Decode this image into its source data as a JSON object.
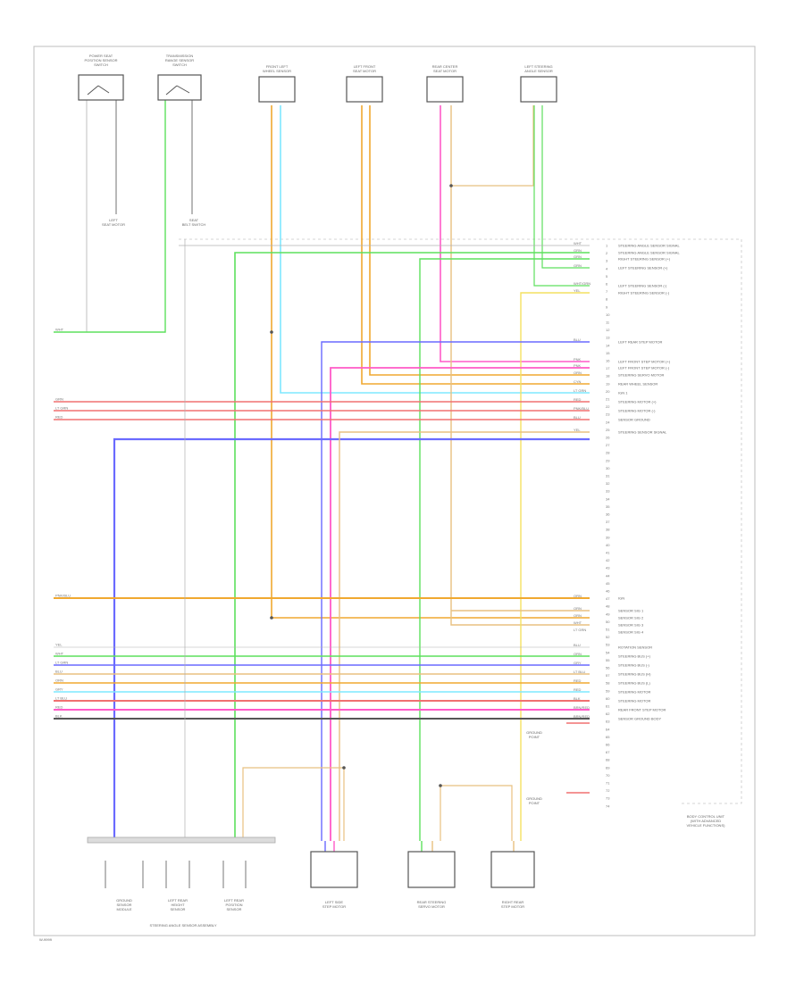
{
  "page": {
    "code": "W-9999"
  },
  "colors": {
    "orange": "#f0a830",
    "tan": "#e8c080",
    "green": "#5de05d",
    "cyan": "#7fe8ff",
    "blue": "#6a6aff",
    "red": "#f07070",
    "pink": "#ff5ac8",
    "yellow": "#f4e060",
    "black": "#555555",
    "gray": "#b0b0b0"
  },
  "components": {
    "top": [
      "POWER SEAT\nPOSITION SENSOR\nSWITCH",
      "TRANSMISSION\nRANGE SENSOR\nSWITCH",
      "FRONT LEFT\nWHEEL SENSOR",
      "LEFT FRONT\nSEAT MOTOR",
      "REAR CENTER\nSEAT MOTOR",
      "LEFT STEERING\nANGLE SENSOR"
    ],
    "upper_left_labels": [
      "LEFT\nSEAT MOTOR",
      "SEAT\nBELT SWITCH"
    ],
    "bottom": [
      "GROUND\nSENSOR\nMODULE",
      "LEFT REAR\nHEIGHT\nSENSOR",
      "LEFT REAR\nPOSITION\nSENSOR",
      "LEFT SIDE\nSTEP MOTOR",
      "REAR STEERING\nSERVO MOTOR",
      "RIGHT REAR\nSTEP MOTOR"
    ],
    "bottom_group_label": "STEERING ANGLE SENSOR ASSEMBLY",
    "module_label": "BODY CONTROL UNIT\n(WITH ADVANCED\nVEHICLE FUNCTIONS)",
    "ground_labels": [
      "GROUND\nPOINT",
      "GROUND\nPOINT"
    ]
  },
  "right_functions": [
    "STEERING ANGLE SENSOR SIGNAL",
    "STEERING ANGLE SENSOR SIGNAL",
    "RIGHT STEERING SENSOR (+)",
    "LEFT STEERING SENSOR (+)",
    "LEFT STEERING SENSOR (-)",
    "RIGHT STEERING SENSOR (-)",
    "LEFT REAR STEP MOTOR",
    "LEFT FRONT STEP MOTOR (+)",
    "LEFT FRONT STEP MOTOR (-)",
    "STEERING SERVO MOTOR",
    "REAR WHEEL SENSOR",
    "IGN 1",
    "STEERING MOTOR (+)",
    "STEERING MOTOR (-)",
    "SENSOR GROUND",
    "STEERING SENSOR SIGNAL",
    "IGN",
    "SENSOR SIG 1",
    "SENSOR SIG 2",
    "SENSOR SIG 3",
    "SENSOR SIG 4",
    "ROTATION SENSOR",
    "STEERING BUS (+)",
    "STEERING BUS (-)",
    "STEERING BUS (H)",
    "STEERING BUS (L)",
    "STEERING MOTOR",
    "STEERING MOTOR",
    "REAR FRONT STEP MOTOR",
    "SENSOR GROUND BODY"
  ],
  "wire_tags": [
    "WHT",
    "GRN",
    "GRN",
    "GRN",
    "WHT/GRN",
    "YEL",
    "BLU",
    "PNK",
    "PNK",
    "ORN",
    "CYN",
    "LT GRN",
    "RED",
    "PNK/BLU",
    "BLU",
    "YEL",
    "ORN",
    "ORN",
    "ORN",
    "WHT",
    "LT GRN",
    "BLU",
    "ORN",
    "GRY",
    "LT BLU",
    "RED",
    "RED",
    "BLK",
    "BRN/RED",
    "BRN/RED"
  ],
  "left_tags": [
    "WHT",
    "GRN",
    "LT GRN",
    "RED",
    "PNK/BLU",
    "YEL",
    "WHT",
    "LT GRN",
    "BLU",
    "ORN",
    "GRY",
    "LT BLU",
    "RED",
    "BLK"
  ]
}
